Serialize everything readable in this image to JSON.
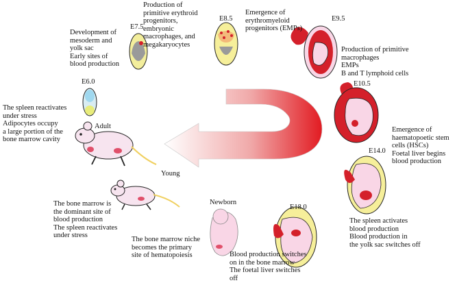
{
  "stages": [
    {
      "id": "e60",
      "label": "E6.0",
      "desc": ""
    },
    {
      "id": "e75",
      "label": "E7.5",
      "desc": "Development of\nmesoderm and\nyolk sac\nEarly sites of\nblood production"
    },
    {
      "id": "e85",
      "label": "E8.5",
      "desc": "Production of\nprimitive erythroid\nprogenitors,\nembryonic\nmacrophages, and\nmegakaryocytes"
    },
    {
      "id": "e95",
      "label": "E9.5",
      "desc": "Emergence of\nerythromyeloid\nprogenitors (EMPs)"
    },
    {
      "id": "e95b",
      "label": "",
      "desc": "Production of primitive\nmacrophages\nEMPs\nB and T lymphoid cells"
    },
    {
      "id": "e105",
      "label": "E10.5",
      "desc": "Emergence of\nhaematopoetic stem\ncells (HSCs)\nFoetal liver begins\nblood production"
    },
    {
      "id": "e140",
      "label": "E14.0",
      "desc": "The spleen activates\nblood production\nBlood production in\nthe yolk sac switches off"
    },
    {
      "id": "e180",
      "label": "E18.0",
      "desc": "Blood production switches\non in the bone marrow\nThe foetal liver switches\noff"
    },
    {
      "id": "newborn",
      "label": "Newborn",
      "desc": "The bone marrow niche\nbecomes the primary\nsite of hematopoiesis"
    },
    {
      "id": "young",
      "label": "Young",
      "desc": "The bone marrow is\nthe dominant site of\nblood production\nThe spleen reactivates\n under stress"
    },
    {
      "id": "adult",
      "label": "Adult",
      "desc": "The spleen reactivates\n under stress\nAdipocytes occupy\na large portion of the\nbone marrow cavity"
    }
  ],
  "colors": {
    "arrow": "#e21b22",
    "embryo": "#f9d6e6",
    "yolk": "#f6ef9a",
    "liver": "#d4202a",
    "mouse": "#f7e4ef",
    "outline": "#222222"
  }
}
